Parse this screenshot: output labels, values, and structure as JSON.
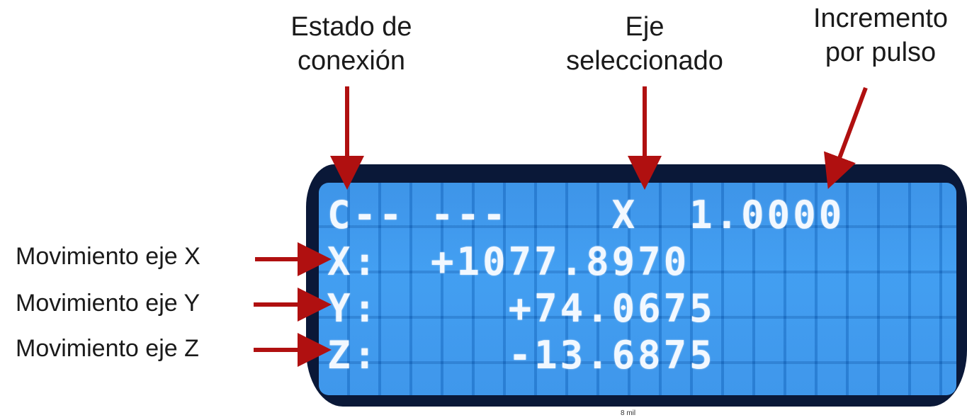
{
  "labels": {
    "connection_state": [
      "Estado de",
      "conexión"
    ],
    "selected_axis": [
      "Eje",
      "seleccionado"
    ],
    "increment": [
      "Incremento",
      "por pulso"
    ],
    "move_x": "Movimiento eje X",
    "move_y": "Movimiento eje Y",
    "move_z": "Movimiento eje Z"
  },
  "lcd": {
    "row1": "C-- ---    X  1.0000",
    "row2": "X:  +1077.8970",
    "row3": "Y:     +74.0675",
    "row4": "Z:     -13.6875"
  },
  "caption": "8 mil",
  "colors": {
    "arrow": "#b01010",
    "lcd_background": "#2b8de9",
    "lcd_text": "#f2f8ff"
  }
}
